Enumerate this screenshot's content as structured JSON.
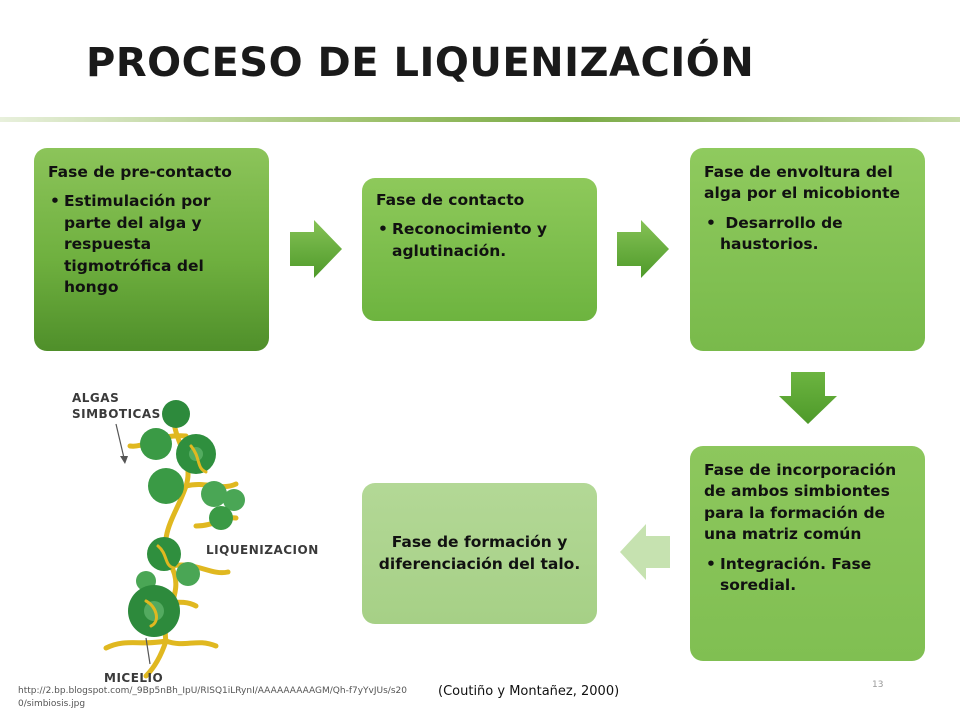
{
  "title": "PROCESO DE LIQUENIZACIÓN",
  "boxes": [
    {
      "heading": "Fase de pre-contacto",
      "bullet": "Estimulación por parte del alga y respuesta tigmotrófica del hongo"
    },
    {
      "heading": "Fase de contacto",
      "bullet": "Reconocimiento y aglutinación."
    },
    {
      "heading": "Fase de envoltura del alga por el micobionte",
      "bullet": " Desarrollo de haustorios."
    },
    {
      "heading": "Fase de incorporación de ambos simbiontes para la formación de una matriz común",
      "bullet": "Integración. Fase soredial."
    },
    {
      "heading": "Fase de formación y diferenciación del talo."
    }
  ],
  "illustration": {
    "label_algas_1": "ALGAS",
    "label_algas_2": "SIMBOTICAS",
    "label_liquenizacion": "LIQUENIZACION",
    "label_micelio": "MICELIO"
  },
  "source_url": "http://2.bp.blogspot.com/_9Bp5nBh_IpU/RISQ1iLRynI/AAAAAAAAAGM/Qh-f7yYvJUs/s200/simbiosis.jpg",
  "citation": "(Coutiño y Montañez, 2000)",
  "slide_number": "13",
  "colors": {
    "box_green_dark": "#4f8f2a",
    "box_green_mid": "#6db43f",
    "box_green_light": "#a6d086",
    "arrow_green": "#5aa332",
    "arrow_light": "#c6e2b0",
    "title_rule": "#7bab47"
  }
}
